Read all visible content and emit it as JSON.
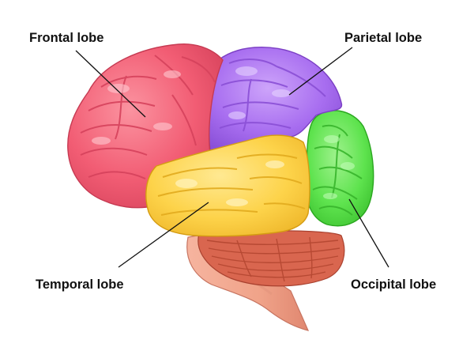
{
  "labels": {
    "frontal": "Frontal lobe",
    "parietal": "Parietal lobe",
    "temporal": "Temporal lobe",
    "occipital": "Occipital lobe"
  },
  "colors": {
    "frontal": "#f25d74",
    "parietal": "#a86ef0",
    "temporal": "#fdd34a",
    "occipital": "#5ee34e",
    "cerebellum": "#d9664f",
    "brainstem": "#f0a389",
    "leader": "#111111",
    "background": "#ffffff"
  }
}
